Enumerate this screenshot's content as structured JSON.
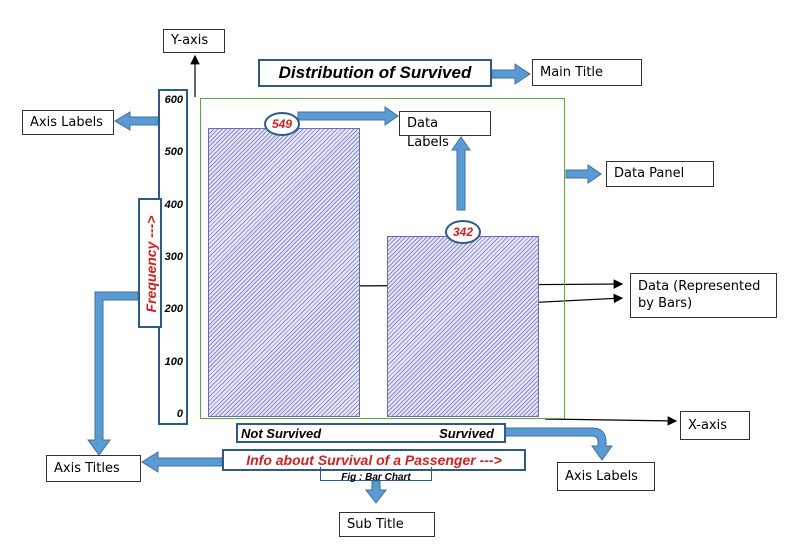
{
  "chart_data": {
    "type": "bar",
    "title": "Distribution of Survived",
    "subtitle": "Fig : Bar Chart",
    "xlabel": "Info about Survival of a Passenger --->",
    "ylabel": "Frequency --->",
    "categories": [
      "Not Survived",
      "Survived"
    ],
    "values": [
      549,
      342
    ],
    "data_labels": [
      "549",
      "342"
    ],
    "ylim": [
      0,
      600
    ],
    "yticks": [
      "0",
      "100",
      "200",
      "300",
      "400",
      "500",
      "600"
    ],
    "bar_color": "#8a8ad0",
    "panel_border_color": "#5aaa3a"
  },
  "callouts": {
    "y_axis": "Y-axis",
    "main_title": "Main Title",
    "axis_labels_left": "Axis Labels",
    "data_labels": "Data Labels",
    "data_panel": "Data Panel",
    "data_bars": "Data (Represented by Bars)",
    "x_axis": "X-axis",
    "axis_titles": "Axis Titles",
    "axis_labels_bottom": "Axis Labels",
    "sub_title": "Sub Title"
  },
  "colors": {
    "arrow": "#5b9bd5",
    "arrow_border": "#41719c",
    "label_text": "#d21f1f"
  }
}
